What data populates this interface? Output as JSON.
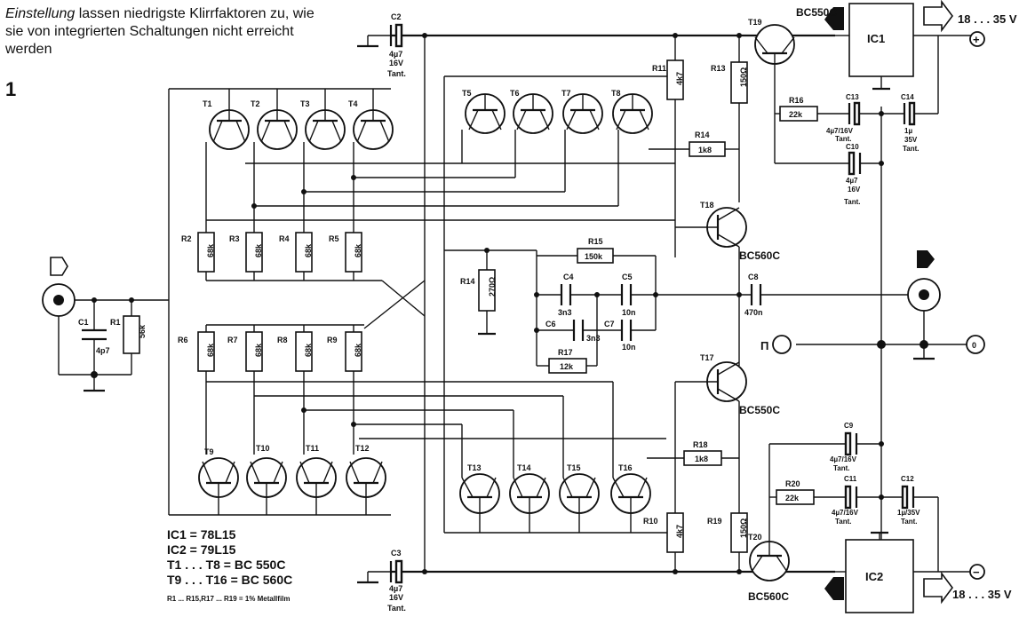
{
  "heading": {
    "italic": "Einstellung",
    "rest": " lassen niedrigste Klirr­faktoren zu, wie sie von integrierten Schaltungen nicht erreicht werden"
  },
  "figure_number": "1",
  "supply": {
    "positive": "18 . . . 35 V",
    "negative": "18 . . . 35 V",
    "plus_symbol": "+",
    "minus_symbol": "−",
    "zero_symbol": "0",
    "ground_label": "Π"
  },
  "legend": {
    "lines": [
      "IC1 = 78L15",
      "IC2 = 79L15",
      "T1 . . . T8 = BC 550C",
      "T9 . . . T16 = BC 560C"
    ],
    "note": "R1 ... R15,R17 ... R19 = 1% Metallfilm"
  },
  "ics": [
    {
      "id": "IC1",
      "label": "IC1"
    },
    {
      "id": "IC2",
      "label": "IC2"
    }
  ],
  "transistors_top": [
    "T1",
    "T2",
    "T3",
    "T4"
  ],
  "transistors_top2": [
    "T5",
    "T6",
    "T7",
    "T8"
  ],
  "transistors_bot": [
    "T9",
    "T10",
    "T11",
    "T12"
  ],
  "transistors_bot2": [
    "T13",
    "T14",
    "T15",
    "T16"
  ],
  "transistors_misc": {
    "t17": "T17",
    "t17_type": "BC550C",
    "t18": "T18",
    "t18_type": "BC560C",
    "t19": "T19",
    "t19_type": "BC550C",
    "t20": "T20",
    "t20_type": "BC560C"
  },
  "resistors": {
    "r1": {
      "name": "R1",
      "value": "56k"
    },
    "r2": {
      "name": "R2",
      "value": "68k"
    },
    "r3": {
      "name": "R3",
      "value": "68k"
    },
    "r4": {
      "name": "R4",
      "value": "68k"
    },
    "r5": {
      "name": "R5",
      "value": "68k"
    },
    "r6": {
      "name": "R6",
      "value": "68k"
    },
    "r7": {
      "name": "R7",
      "value": "68k"
    },
    "r8": {
      "name": "R8",
      "value": "68k"
    },
    "r9": {
      "name": "R9",
      "value": "68k"
    },
    "r10": {
      "name": "R10",
      "value": "4k7"
    },
    "r11": {
      "name": "R11",
      "value": "4k7"
    },
    "r13": {
      "name": "R13",
      "value": "150Ω"
    },
    "r14a": {
      "name": "R14",
      "value": "1k8"
    },
    "r14b": {
      "name": "R14",
      "value": "270Ω"
    },
    "r15": {
      "name": "R15",
      "value": "150k"
    },
    "r16": {
      "name": "R16",
      "value": "22k"
    },
    "r17": {
      "name": "R17",
      "value": "12k"
    },
    "r18": {
      "name": "R18",
      "value": "1k8"
    },
    "r19": {
      "name": "R19",
      "value": "150Ω"
    },
    "r20": {
      "name": "R20",
      "value": "22k"
    }
  },
  "capacitors": {
    "c1": {
      "name": "C1",
      "value": "4p7"
    },
    "c2": {
      "name": "C2",
      "value": "4µ7",
      "v": "16V",
      "t": "Tant."
    },
    "c3": {
      "name": "C3",
      "value": "4µ7",
      "v": "16V",
      "t": "Tant."
    },
    "c4": {
      "name": "C4",
      "value": "3n3"
    },
    "c5": {
      "name": "C5",
      "value": "10n"
    },
    "c6": {
      "name": "C6",
      "value": "3n3"
    },
    "c7": {
      "name": "C7",
      "value": "10n"
    },
    "c8": {
      "name": "C8",
      "value": "470n"
    },
    "c9": {
      "name": "C9",
      "value": "4µ7/16V",
      "t": "Tant."
    },
    "c10": {
      "name": "C10",
      "value": "4µ7",
      "v": "16V",
      "t": "Tant."
    },
    "c11": {
      "name": "C11",
      "value": "4µ7/16V",
      "t": "Tant."
    },
    "c12": {
      "name": "C12",
      "value": "1µ/35V",
      "t": "Tant."
    },
    "c13": {
      "name": "C13",
      "value": "4µ7/16V",
      "t": "Tant."
    },
    "c14": {
      "name": "C14",
      "value": "1µ",
      "v": "35V",
      "t": "Tant."
    }
  }
}
